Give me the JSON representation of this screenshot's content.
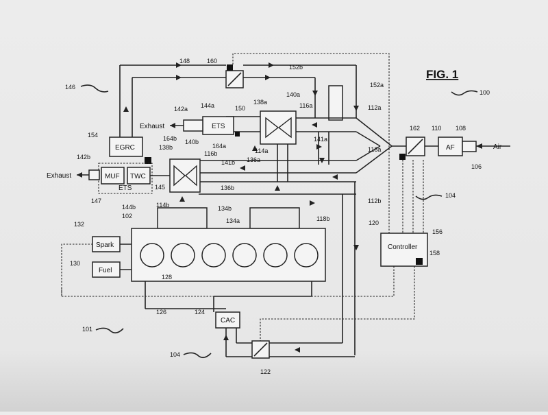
{
  "figure": {
    "title": "FIG. 1",
    "components": {
      "egrc": "EGRC",
      "muf": "MUF",
      "twc": "TWC",
      "ets_upper": "ETS",
      "ets_lower": "ETS",
      "af": "AF",
      "spark": "Spark",
      "fuel": "Fuel",
      "controller": "Controller",
      "cac": "CAC"
    },
    "labels": {
      "exhaust_upper": "Exhaust",
      "exhaust_lower": "Exhaust",
      "air": "Air"
    },
    "refs": [
      "100",
      "101",
      "102",
      "104",
      "104",
      "106",
      "108",
      "110",
      "112a",
      "112b",
      "114a",
      "114b",
      "116a",
      "116b",
      "118a",
      "118b",
      "120",
      "122",
      "124",
      "126",
      "128",
      "130",
      "132",
      "134a",
      "134b",
      "136a",
      "136b",
      "138a",
      "138b",
      "140a",
      "140b",
      "141a",
      "141b",
      "142a",
      "142b",
      "144a",
      "144b",
      "145",
      "146",
      "147",
      "148",
      "150",
      "152a",
      "152b",
      "154",
      "156",
      "158",
      "160",
      "162",
      "164a",
      "164b"
    ]
  }
}
